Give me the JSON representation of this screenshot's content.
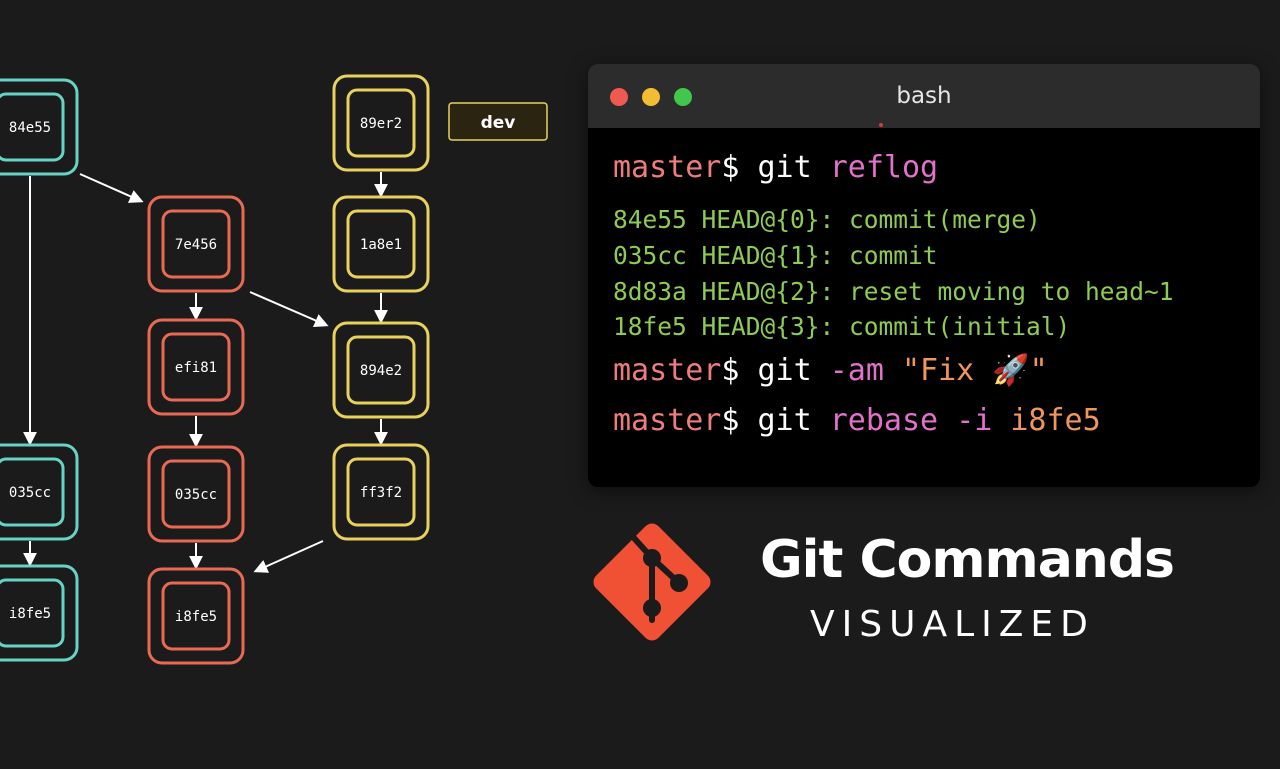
{
  "graph": {
    "colors": {
      "teal": "#66d3c4",
      "orange": "#e96a54",
      "yellow": "#e8d15c",
      "arrow": "#ffffff"
    },
    "branch_label": {
      "text": "dev",
      "fill": "#2a2410",
      "border": "#e8d15c"
    },
    "columns": [
      {
        "color": "teal",
        "commits": [
          "84e55",
          "035cc",
          "i8fe5"
        ]
      },
      {
        "color": "orange",
        "commits": [
          "7e456",
          "efi81",
          "035cc",
          "i8fe5"
        ]
      },
      {
        "color": "yellow",
        "commits": [
          "89er2",
          "1a8e1",
          "894e2",
          "ff3f2"
        ]
      }
    ]
  },
  "terminal": {
    "title": "bash",
    "lines": [
      {
        "type": "cmd",
        "prompt": "master",
        "dollar": "$ ",
        "git": "git ",
        "sub": "reflog",
        "rest": ""
      },
      {
        "type": "out",
        "text": "84e55 HEAD@{0}: commit(merge)"
      },
      {
        "type": "out",
        "text": "035cc HEAD@{1}: commit"
      },
      {
        "type": "out",
        "text": "8d83a HEAD@{2}: reset moving to head~1"
      },
      {
        "type": "out",
        "text": "18fe5 HEAD@{3}: commit(initial)"
      },
      {
        "type": "cmd",
        "prompt": "master",
        "dollar": "$ ",
        "git": "git ",
        "sub": "-am ",
        "rest": "\"Fix 🚀\""
      },
      {
        "type": "cmd",
        "prompt": "master",
        "dollar": "$ ",
        "git": "git ",
        "sub": "rebase ",
        "rest2": "-i ",
        "arg": "i8fe5"
      }
    ]
  },
  "logo": {
    "title": "Git Commands",
    "subtitle": "VISUALIZED",
    "icon": "git-logo-icon",
    "color": "#f05033"
  }
}
